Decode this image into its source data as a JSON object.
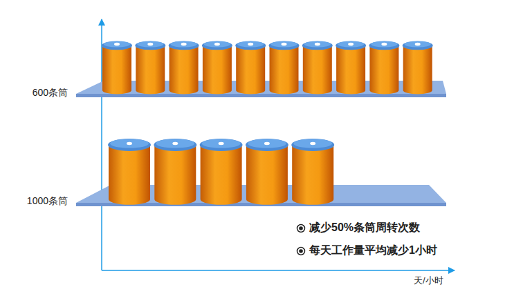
{
  "diagram": {
    "labels": [
      "600条筒",
      "1000条筒",
      "减少50%条筒周转次数",
      "每天工作量平均减少1小时",
      "天/小时"
    ]
  }
}
